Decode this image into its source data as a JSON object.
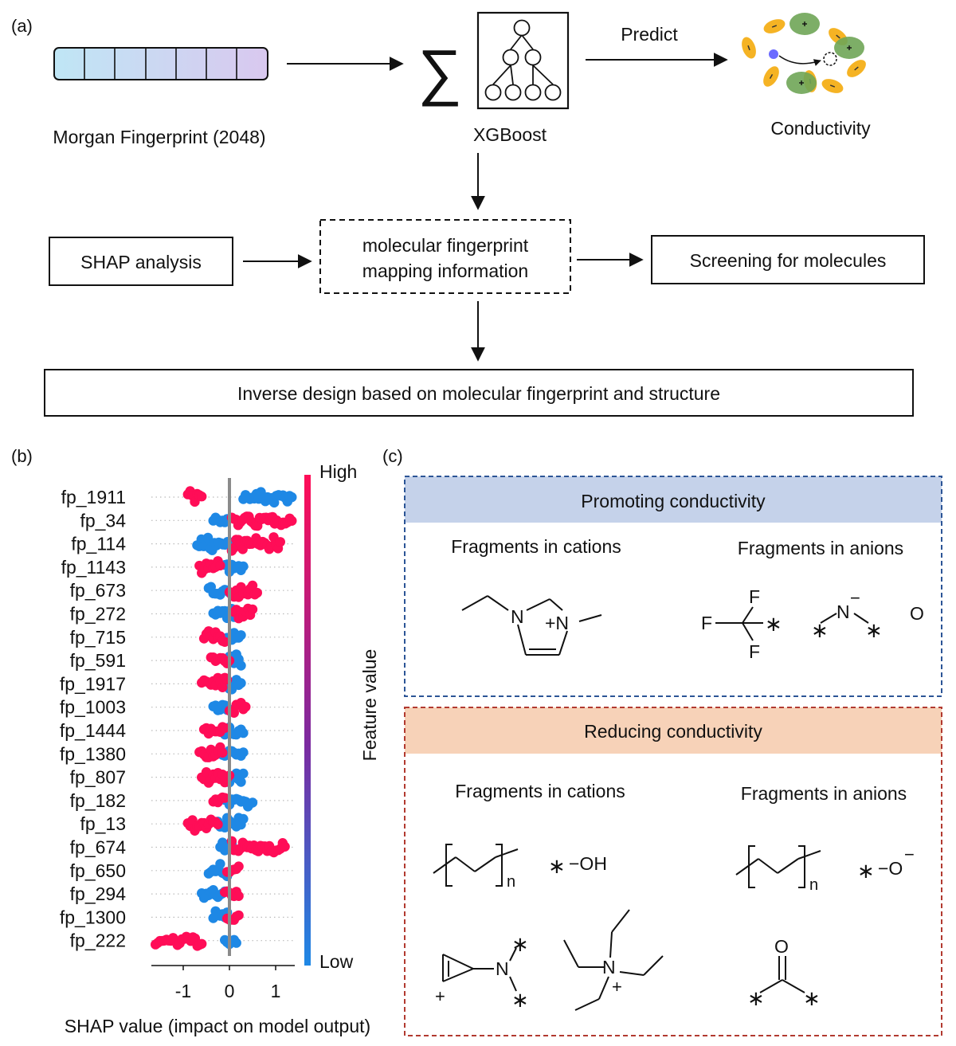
{
  "panel_a": {
    "label": "(a)",
    "fingerprint_label": "Morgan Fingerprint (2048)",
    "model_label": "XGBoost",
    "sigma": "∑",
    "predict_label": "Predict",
    "output_label": "Conductivity",
    "shap_box": "SHAP analysis",
    "mapping_line1": "molecular fingerprint",
    "mapping_line2": "mapping information",
    "screening_box": "Screening for molecules",
    "inverse_box": "Inverse design based on molecular fingerprint and structure",
    "colors": {
      "fingerprint_start": "#bfe6f5",
      "fingerprint_end": "#d9c8ef",
      "anion": "#f5b324",
      "cation": "#6fa557",
      "ion": "#6b6bff"
    }
  },
  "panel_b": {
    "label": "(b)",
    "xlabel": "SHAP value (impact on model output)",
    "colorbar_high": "High",
    "colorbar_low": "Low",
    "colorbar_title": "Feature value",
    "colors": {
      "high": "#ff0d57",
      "low": "#1e88e5"
    },
    "chart_data": {
      "type": "scatter",
      "title": "",
      "xlabel": "SHAP value (impact on model output)",
      "ylabel": "",
      "xlim": [
        -1.65,
        1.45
      ],
      "xticks": [
        "-1",
        "0",
        "1"
      ],
      "features": [
        {
          "name": "fp_1911",
          "high": [
            -0.9,
            -0.6
          ],
          "low": [
            0.3,
            1.35
          ]
        },
        {
          "name": "fp_34",
          "high": [
            0.05,
            1.35
          ],
          "low": [
            -0.35,
            -0.05
          ]
        },
        {
          "name": "fp_114",
          "high": [
            0.05,
            1.1
          ],
          "low": [
            -0.7,
            0.05
          ]
        },
        {
          "name": "fp_1143",
          "high": [
            -0.65,
            -0.2
          ],
          "low": [
            -0.1,
            0.3
          ]
        },
        {
          "name": "fp_673",
          "high": [
            0.0,
            0.6
          ],
          "low": [
            -0.45,
            0.0
          ]
        },
        {
          "name": "fp_272",
          "high": [
            0.1,
            0.5
          ],
          "low": [
            -0.35,
            0.1
          ]
        },
        {
          "name": "fp_715",
          "high": [
            -0.55,
            -0.1
          ],
          "low": [
            -0.1,
            0.25
          ]
        },
        {
          "name": "fp_591",
          "high": [
            -0.4,
            0.0
          ],
          "low": [
            0.0,
            0.25
          ]
        },
        {
          "name": "fp_1917",
          "high": [
            -0.6,
            -0.05
          ],
          "low": [
            -0.05,
            0.25
          ]
        },
        {
          "name": "fp_1003",
          "high": [
            0.0,
            0.35
          ],
          "low": [
            -0.35,
            0.0
          ]
        },
        {
          "name": "fp_1444",
          "high": [
            -0.55,
            -0.1
          ],
          "low": [
            -0.1,
            0.3
          ]
        },
        {
          "name": "fp_1380",
          "high": [
            -0.65,
            -0.15
          ],
          "low": [
            -0.15,
            0.3
          ]
        },
        {
          "name": "fp_807",
          "high": [
            -0.6,
            0.0
          ],
          "low": [
            0.0,
            0.3
          ]
        },
        {
          "name": "fp_182",
          "high": [
            -0.35,
            -0.1
          ],
          "low": [
            -0.1,
            0.5
          ]
        },
        {
          "name": "fp_13",
          "high": [
            -0.9,
            -0.25
          ],
          "low": [
            -0.25,
            0.3
          ]
        },
        {
          "name": "fp_674",
          "high": [
            0.05,
            1.2
          ],
          "low": [
            -0.2,
            0.05
          ]
        },
        {
          "name": "fp_650",
          "high": [
            -0.05,
            0.2
          ],
          "low": [
            -0.45,
            -0.05
          ]
        },
        {
          "name": "fp_294",
          "high": [
            -0.1,
            0.2
          ],
          "low": [
            -0.6,
            -0.1
          ]
        },
        {
          "name": "fp_1300",
          "high": [
            -0.05,
            0.2
          ],
          "low": [
            -0.35,
            -0.05
          ]
        },
        {
          "name": "fp_222",
          "high": [
            -1.6,
            -0.6
          ],
          "low": [
            -0.1,
            0.15
          ]
        }
      ]
    }
  },
  "panel_c": {
    "label": "(c)",
    "promoting_title": "Promoting conductivity",
    "reducing_title": "Reducing conductivity",
    "cations_label": "Fragments in cations",
    "anions_label": "Fragments in anions",
    "colors": {
      "promoting_header": "#c5d2ea",
      "promoting_border": "#2c5596",
      "reducing_header": "#f7d2b8",
      "reducing_border": "#b23a30"
    },
    "atoms": {
      "N": "N",
      "N_plus": "+N",
      "plus": "+",
      "minus": "−",
      "F": "F",
      "O": "O",
      "star": "∗",
      "OH": "−OH",
      "O_dash": "−O",
      "n": "n"
    }
  }
}
